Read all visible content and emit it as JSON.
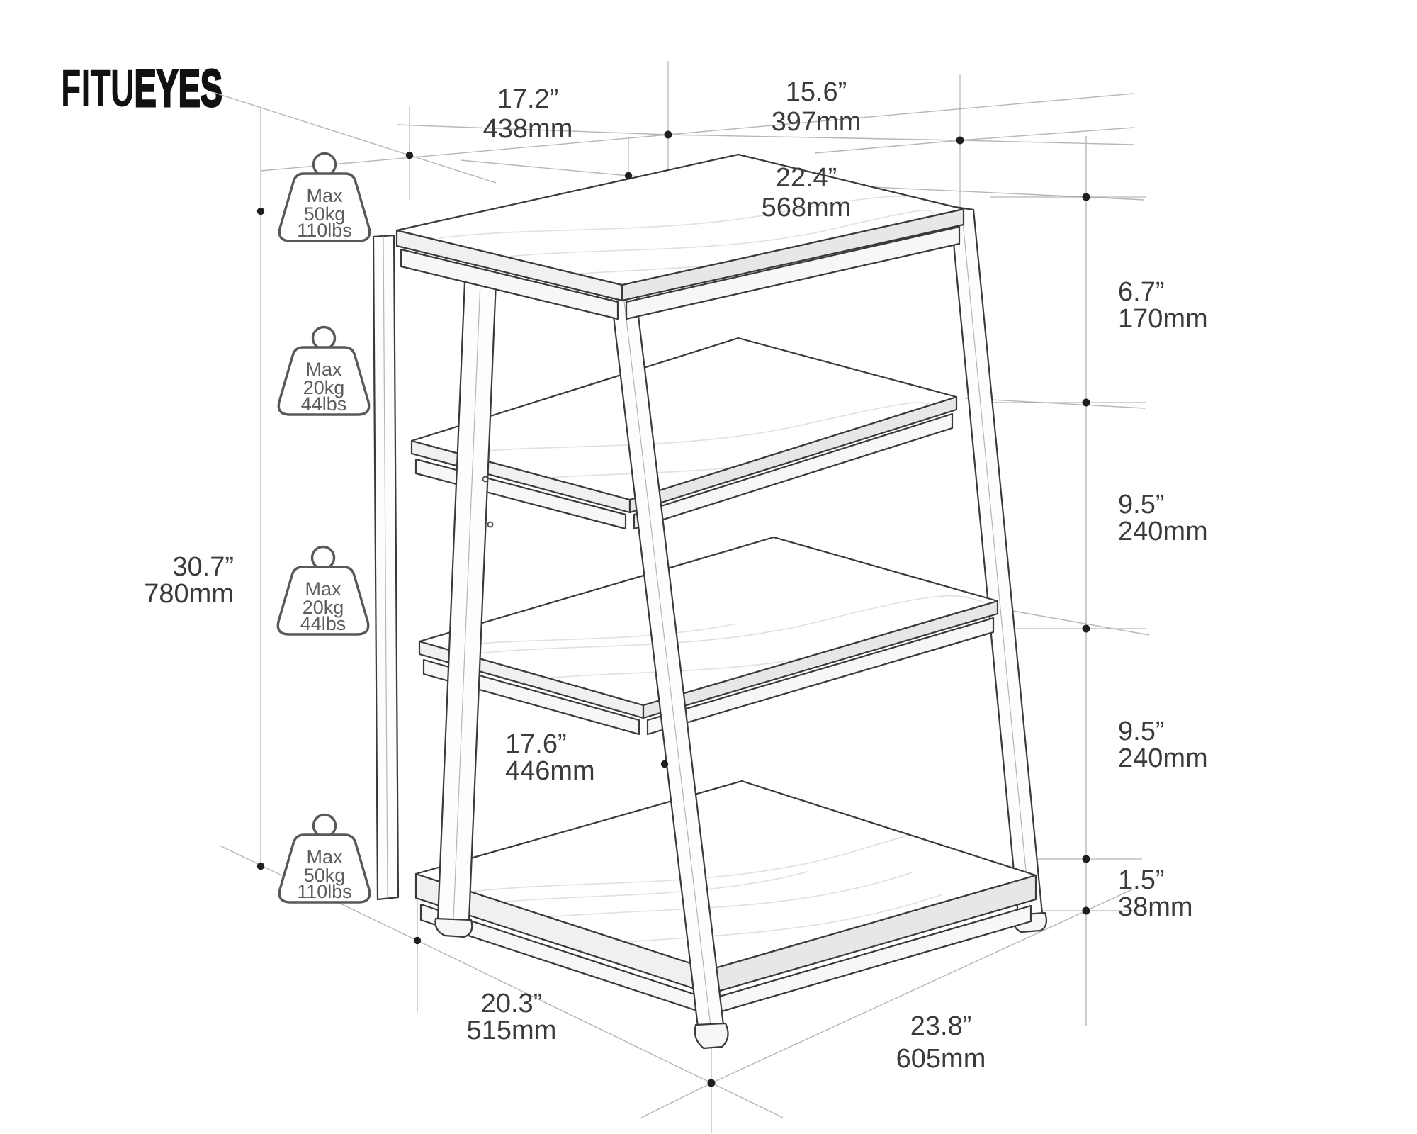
{
  "logo": {
    "part1": "FITU",
    "part2": "EYES"
  },
  "dimensions": {
    "top_depth": {
      "inch": "17.2”",
      "mm": "438mm"
    },
    "top_side": {
      "inch": "15.6”",
      "mm": "397mm"
    },
    "top_width": {
      "inch": "22.4”",
      "mm": "568mm"
    },
    "gap_top": {
      "inch": "6.7”",
      "mm": "170mm"
    },
    "gap_middle": {
      "inch": "9.5”",
      "mm": "240mm"
    },
    "gap_lower": {
      "inch": "9.5”",
      "mm": "240mm"
    },
    "foot_height": {
      "inch": "1.5”",
      "mm": "38mm"
    },
    "total_height": {
      "inch": "30.7”",
      "mm": "780mm"
    },
    "middle_depth": {
      "inch": "17.6”",
      "mm": "446mm"
    },
    "base_depth": {
      "inch": "20.3”",
      "mm": "515mm"
    },
    "base_width": {
      "inch": "23.8”",
      "mm": "605mm"
    }
  },
  "badges": [
    {
      "line1": "Max",
      "line2": "50kg",
      "line3": "110lbs",
      "shelf": "top shelf"
    },
    {
      "line1": "Max",
      "line2": "20kg",
      "line3": "44lbs",
      "shelf": "second shelf"
    },
    {
      "line1": "Max",
      "line2": "20kg",
      "line3": "44lbs",
      "shelf": "third shelf"
    },
    {
      "line1": "Max",
      "line2": "50kg",
      "line3": "110lbs",
      "shelf": "bottom shelf"
    }
  ],
  "colors": {
    "logo": "#111111",
    "drawing_line": "#3a3a3a",
    "dim_line": "#b6b6b6",
    "dot": "#1f1f1f",
    "label_text": "#3b3b3b",
    "badge": "#5c5c5c",
    "background": "#ffffff"
  }
}
